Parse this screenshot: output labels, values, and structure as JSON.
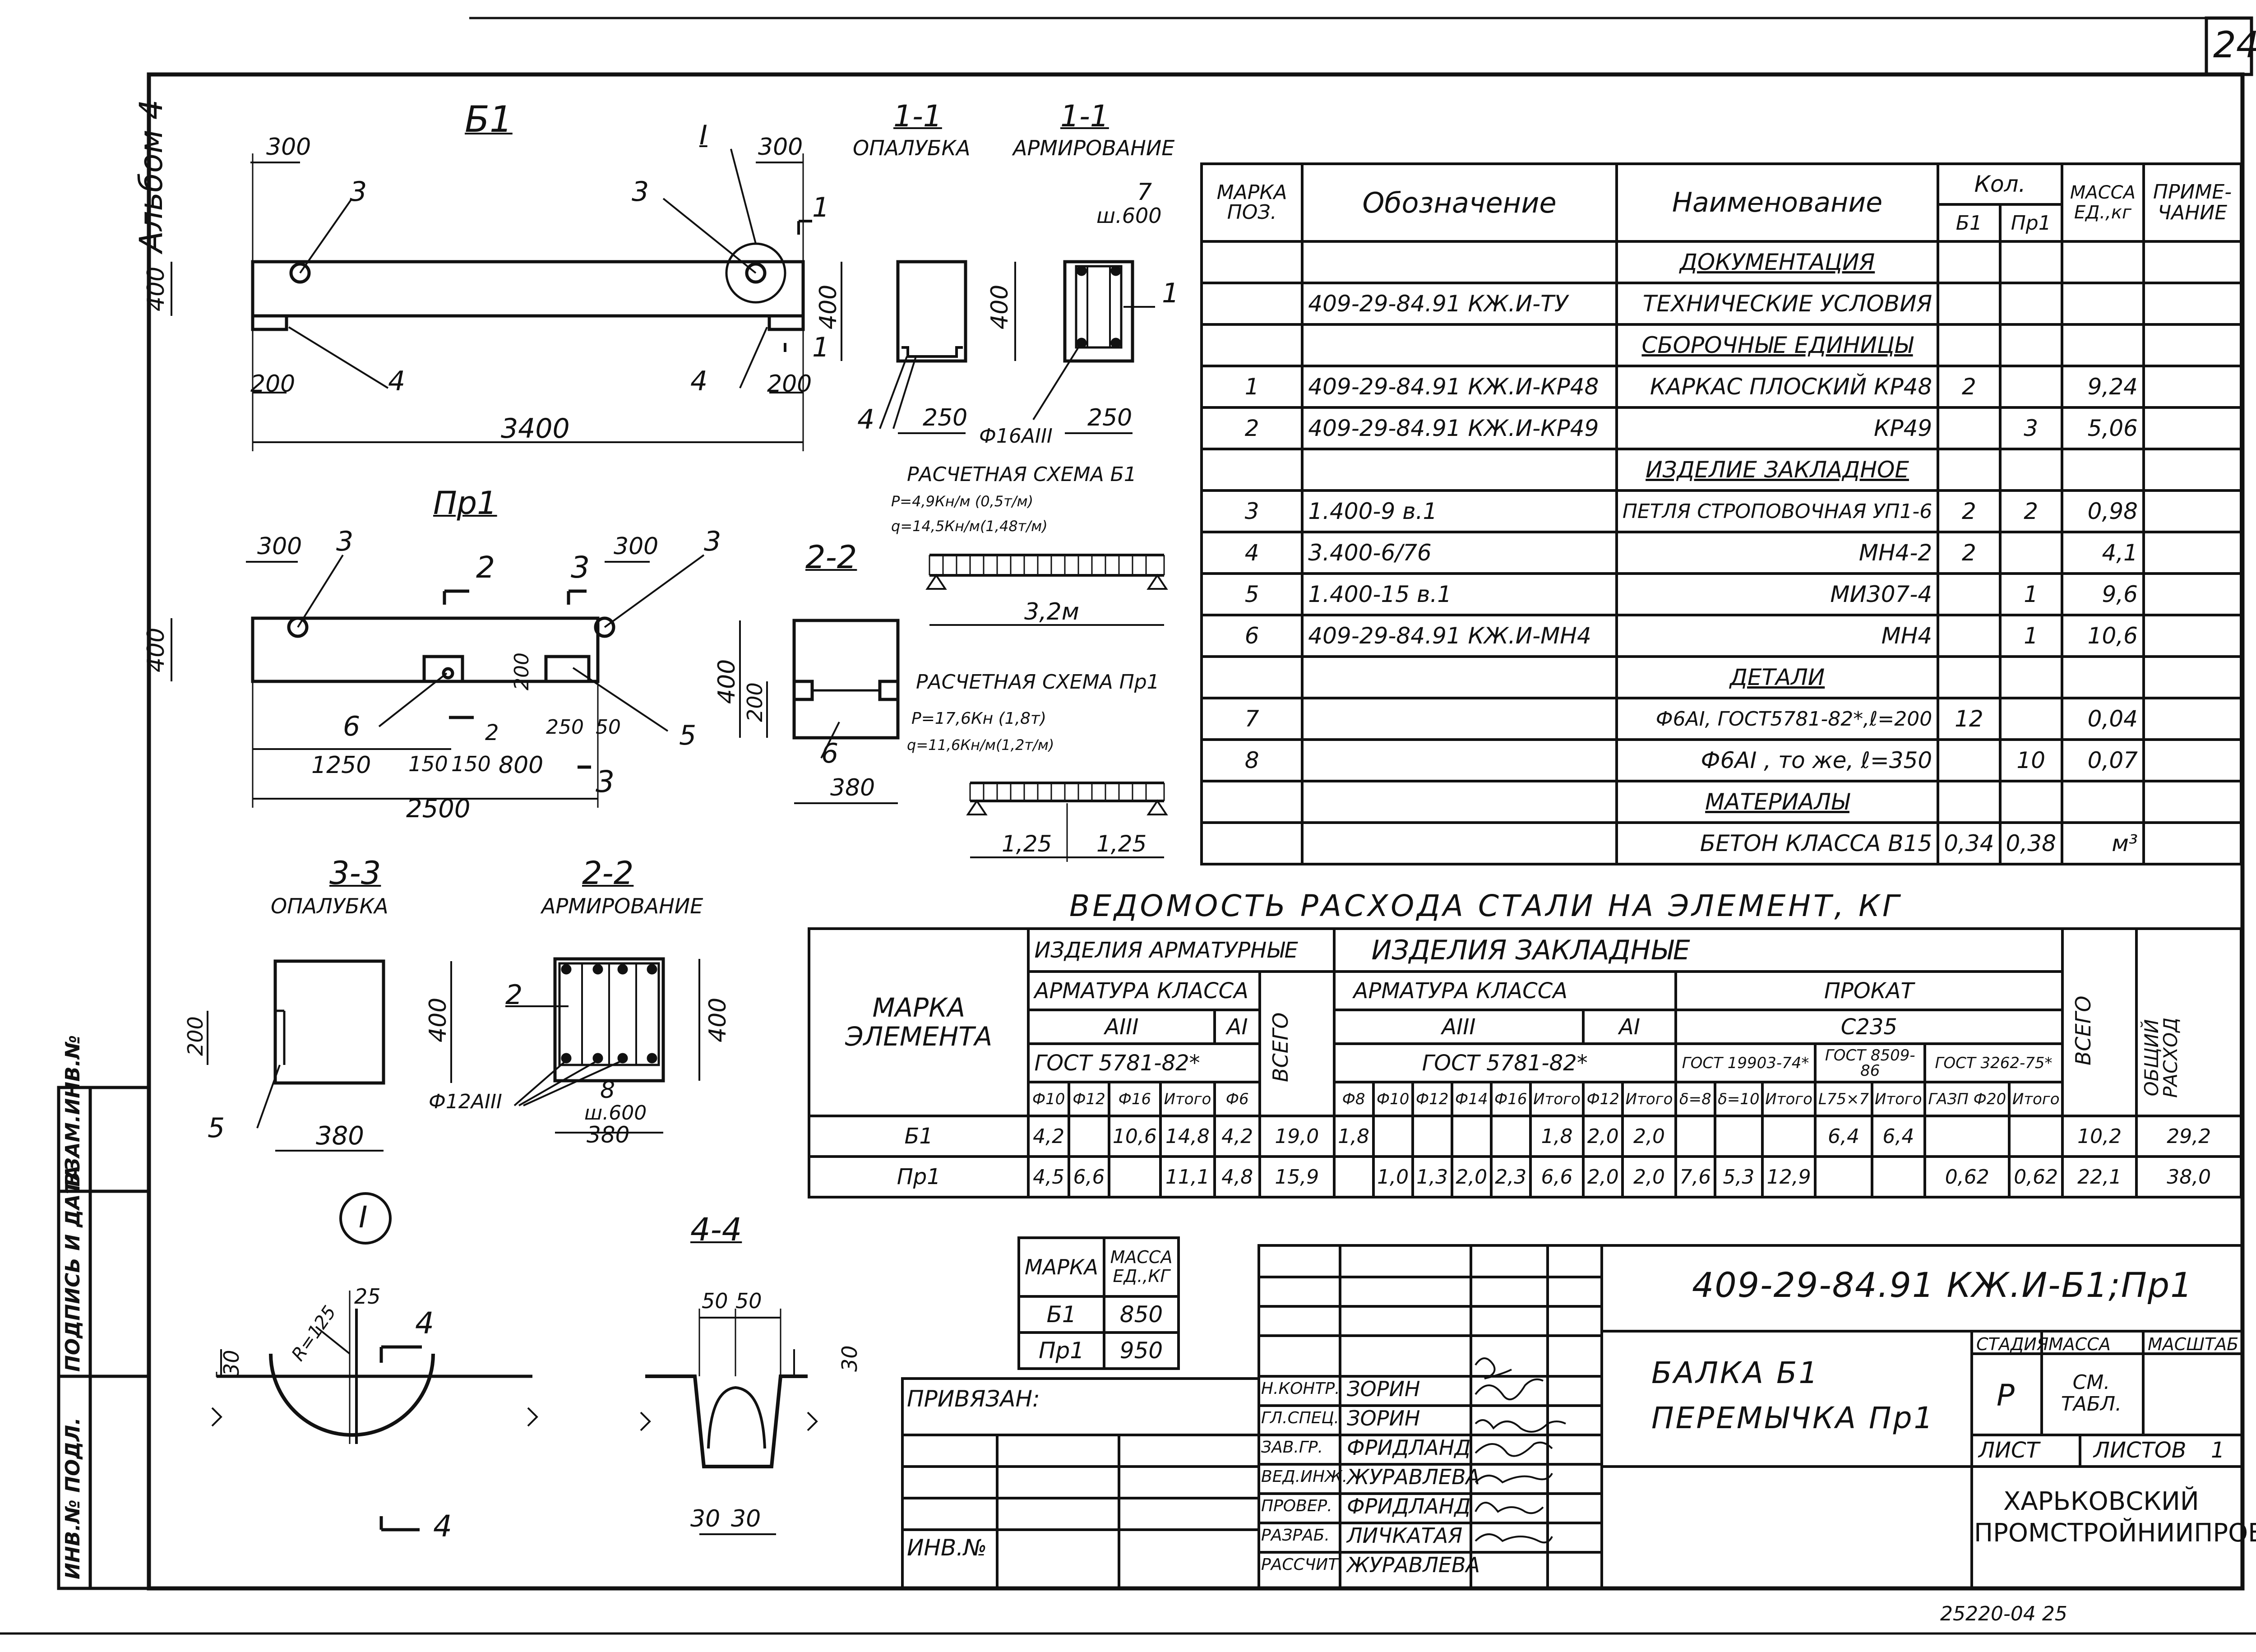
{
  "page_number": "24",
  "album": "Альбом 4",
  "drawings": {
    "b1": {
      "title": "Б1",
      "dims": [
        "300",
        "300",
        "400",
        "200",
        "200",
        "3400"
      ],
      "callouts": [
        "3",
        "3",
        "4",
        "4",
        "I",
        "1",
        "1"
      ]
    },
    "sec11_formwork": {
      "title": "1-1",
      "subtitle": "ОПАЛУБКА",
      "dims": [
        "400",
        "250"
      ],
      "callouts": [
        "4"
      ]
    },
    "sec11_reinf": {
      "title": "1-1",
      "subtitle": "АРМИРОВАНИЕ",
      "dims": [
        "400",
        "250",
        "7",
        "ш.600"
      ],
      "callouts": [
        "1"
      ],
      "bar": "Ф16АIII"
    },
    "calc_b1": {
      "title": "РАСЧЕТНАЯ СХЕМА Б1",
      "p": "Р=4,9Кн/м (0,5т/м)",
      "q": "q=14,5Кн/м(1,48т/м)",
      "span": "3,2м"
    },
    "pr1": {
      "title": "Пр1",
      "dims": [
        "300",
        "300",
        "400",
        "200",
        "1250",
        "150",
        "150",
        "800",
        "250",
        "50",
        "2500"
      ],
      "callouts": [
        "3",
        "3",
        "6",
        "5",
        "2",
        "3",
        "3",
        "2"
      ]
    },
    "sec22": {
      "title": "2-2",
      "dims": [
        "400",
        "200",
        "380"
      ],
      "callouts": [
        "6"
      ]
    },
    "calc_pr1": {
      "title": "РАСЧЕТНАЯ СХЕМА Пр1",
      "p": "Р=17,6Кн (1,8т)",
      "q": "q=11,6Кн/м(1,2т/м)",
      "spans": [
        "1,25",
        "1,25"
      ]
    },
    "sec33": {
      "title": "3-3",
      "subtitle": "ОПАЛУБКА",
      "dims": [
        "200",
        "400",
        "380"
      ],
      "callouts": [
        "5"
      ]
    },
    "sec22r": {
      "title": "2-2",
      "subtitle": "АРМИРОВАНИЕ",
      "dims": [
        "400",
        "8",
        "ш.600",
        "380"
      ],
      "callouts": [
        "2"
      ],
      "bar": "Ф12АIII"
    },
    "detail_i": {
      "title": "I",
      "dims": [
        "25",
        "30",
        "R=125"
      ],
      "callouts": [
        "4",
        "4"
      ]
    },
    "sec44": {
      "title": "4-4",
      "dims": [
        "50",
        "50",
        "30",
        "30",
        "30"
      ]
    }
  },
  "spec": {
    "headers": {
      "mark": "МАРКА ПОЗ.",
      "designation": "Обозначение",
      "name": "Наименование",
      "qty": "Кол.",
      "qty_b1": "Б1",
      "qty_pr1": "Пр1",
      "mass": "МАССА ЕД.,кг",
      "note": "ПРИМЕ- ЧАНИЕ"
    },
    "rows": [
      {
        "type": "section",
        "name": "ДОКУМЕНТАЦИЯ"
      },
      {
        "pos": "",
        "des": "409-29-84.91 КЖ.И-ТУ",
        "name": "ТЕХНИЧЕСКИЕ УСЛОВИЯ",
        "b1": "",
        "pr1": "",
        "mass": ""
      },
      {
        "type": "section",
        "name": "СБОРОЧНЫЕ ЕДИНИЦЫ"
      },
      {
        "pos": "1",
        "des": "409-29-84.91 КЖ.И-КР48",
        "name": "КАРКАС ПЛОСКИЙ КР48",
        "b1": "2",
        "pr1": "",
        "mass": "9,24"
      },
      {
        "pos": "2",
        "des": "409-29-84.91 КЖ.И-КР49",
        "name": "КР49",
        "b1": "",
        "pr1": "3",
        "mass": "5,06"
      },
      {
        "type": "section",
        "name": "ИЗДЕЛИЕ ЗАКЛАДНОЕ"
      },
      {
        "pos": "3",
        "des": "1.400-9 в.1",
        "name": "ПЕТЛЯ СТРОПОВОЧНАЯ УП1-6",
        "b1": "2",
        "pr1": "2",
        "mass": "0,98"
      },
      {
        "pos": "4",
        "des": "3.400-6/76",
        "name": "МН4-2",
        "b1": "2",
        "pr1": "",
        "mass": "4,1"
      },
      {
        "pos": "5",
        "des": "1.400-15 в.1",
        "name": "МИ307-4",
        "b1": "",
        "pr1": "1",
        "mass": "9,6"
      },
      {
        "pos": "6",
        "des": "409-29-84.91 КЖ.И-МН4",
        "name": "МН4",
        "b1": "",
        "pr1": "1",
        "mass": "10,6"
      },
      {
        "type": "section",
        "name": "ДЕТАЛИ"
      },
      {
        "pos": "7",
        "des": "",
        "name": "Ф6АI, ГОСТ5781-82*,ℓ=200",
        "b1": "12",
        "pr1": "",
        "mass": "0,04"
      },
      {
        "pos": "8",
        "des": "",
        "name": "Ф6АI , то же, ℓ=350",
        "b1": "",
        "pr1": "10",
        "mass": "0,07"
      },
      {
        "type": "section",
        "name": "МАТЕРИАЛЫ"
      },
      {
        "pos": "",
        "des": "",
        "name": "БЕТОН КЛАССА В15",
        "b1": "0,34",
        "pr1": "0,38",
        "mass": "м³"
      }
    ]
  },
  "steel": {
    "title": "ВЕДОМОСТЬ РАСХОДА СТАЛИ НА ЭЛЕМЕНТ, КГ",
    "h_mark": "МАРКА ЭЛЕМЕНТА",
    "h_arm_items": "ИЗДЕЛИЯ АРМАТУРНЫЕ",
    "h_emb_items": "ИЗДЕЛИЯ ЗАКЛАДНЫЕ",
    "h_arm_class": "АРМАТУРА КЛАССА",
    "h_arm_class2": "АРМАТУРА КЛАССА",
    "h_rolled": "ПРОКАТ",
    "h_a3": "АIII",
    "h_a1": "АI",
    "h_a3b": "АIII",
    "h_a1b": "АI",
    "h_c235": "С235",
    "h_gost1": "ГОСТ 5781-82*",
    "h_gost2": "ГОСТ 5781-82*",
    "h_gost3": "ГОСТ 19903-74*",
    "h_gost4": "ГОСТ 8509-86",
    "h_gost5": "ГОСТ 3262-75*",
    "h_total1": "ВСЕГО",
    "h_total2": "ВСЕГО",
    "h_grand": "ОБЩИЙ РАСХОД",
    "cols": [
      "Ф10",
      "Ф12",
      "Ф16",
      "Итого",
      "Ф6",
      "Ф8",
      "Ф10",
      "Ф12",
      "Ф14",
      "Ф16",
      "Итого",
      "Ф12",
      "Итого",
      "δ=8",
      "δ=10",
      "Итого",
      "L75×7",
      "Итого",
      "ГАЗП Ф20",
      "Итого"
    ],
    "rows": [
      {
        "mark": "Б1",
        "v": [
          "4,2",
          "",
          "10,6",
          "14,8",
          "4,2",
          "19,0",
          "1,8",
          "",
          "",
          "",
          "",
          "1,8",
          "2,0",
          "2,0",
          "",
          "",
          "",
          "6,4",
          "6,4",
          "",
          "",
          "10,2",
          "29,2"
        ]
      },
      {
        "mark": "Пр1",
        "v": [
          "4,5",
          "6,6",
          "",
          "11,1",
          "4,8",
          "15,9",
          "",
          "1,0",
          "1,3",
          "2,0",
          "2,3",
          "6,6",
          "2,0",
          "2,0",
          "7,6",
          "5,3",
          "12,9",
          "",
          "",
          "0,62",
          "0,62",
          "22,1",
          "38,0"
        ]
      }
    ]
  },
  "mass_table": {
    "h_mark": "МАРКА",
    "h_mass": "МАССА ЕД.,КГ",
    "rows": [
      [
        "Б1",
        "850"
      ],
      [
        "Пр1",
        "950"
      ]
    ]
  },
  "title_block": {
    "code": "409-29-84.91   КЖ.И-Б1;Пр1",
    "name_line1": "БАЛКА Б1",
    "name_line2": "ПЕРЕМЫЧКА Пр1",
    "stage_h": "СТАДИЯ",
    "mass_h": "МАССА",
    "scale_h": "МАСШТАБ",
    "stage": "Р",
    "mass": "СМ. ТАБЛ.",
    "sheet_h": "ЛИСТ",
    "sheets_h": "ЛИСТОВ",
    "sheets": "1",
    "org1": "ХАРЬКОВСКИЙ",
    "org2": "ПРОМСТРОЙНИИПРОЕКТ",
    "privyazan": "ПРИВЯЗАН:",
    "inv": "ИНВ.№",
    "roles": [
      [
        "Н.КОНТР.",
        "ЗОРИН"
      ],
      [
        "ГЛ.СПЕЦ.",
        "ЗОРИН"
      ],
      [
        "ЗАВ.ГР.",
        "ФРИДЛАНД"
      ],
      [
        "ВЕД.ИНЖ.",
        "ЖУРАВЛЕВА"
      ],
      [
        "ПРОВЕР.",
        "ФРИДЛАНД"
      ],
      [
        "РАЗРАБ.",
        "ЛИЧКАТАЯ"
      ],
      [
        "РАССЧИТ.",
        "ЖУРАВЛЕВА"
      ]
    ],
    "side_stamp": [
      "ВЗАМ.ИНВ.№",
      "ПОДПИСЬ И ДАТА",
      "ИНВ.№ ПОДЛ."
    ],
    "footer": "25220-04   25"
  }
}
